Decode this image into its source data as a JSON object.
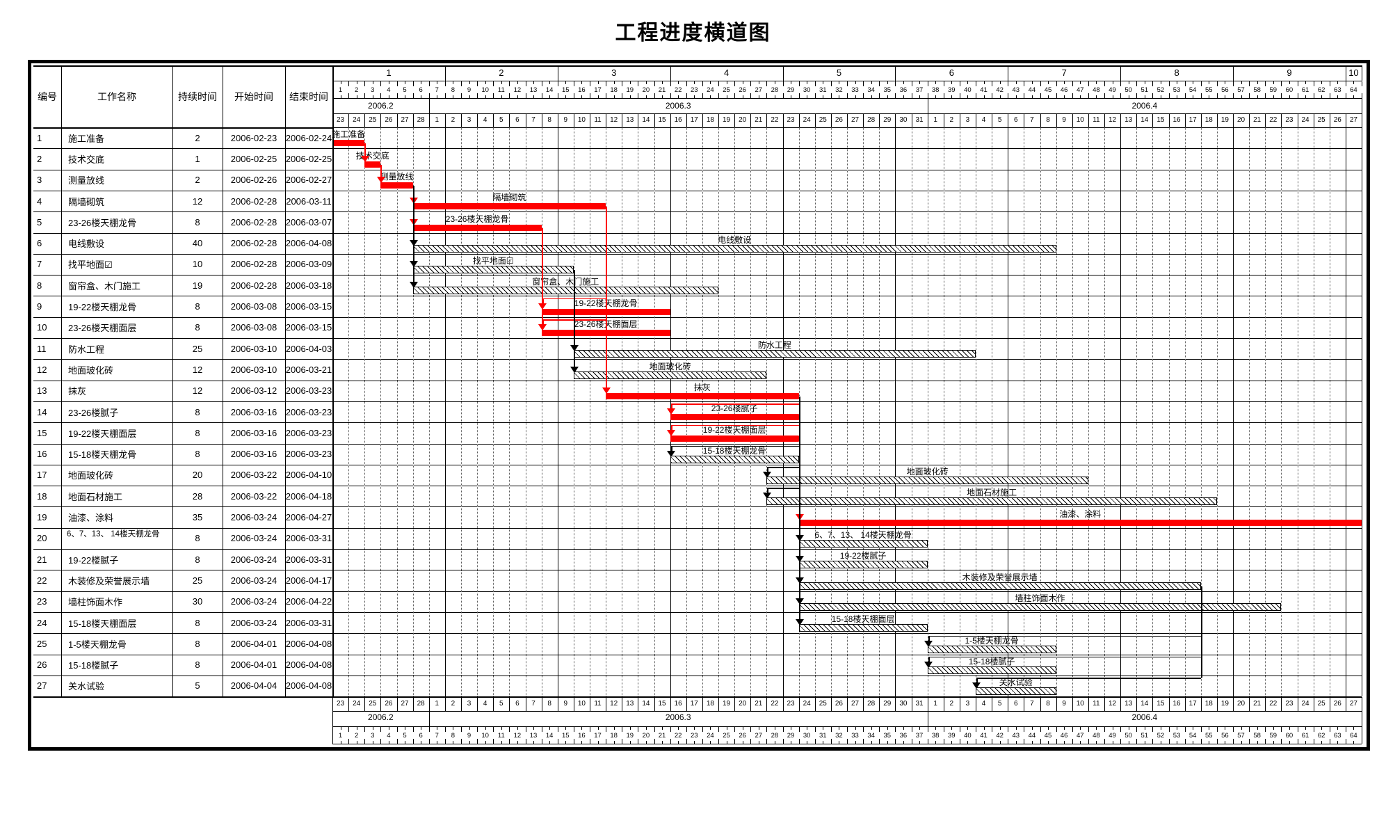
{
  "title": "工程进度横道图",
  "columns": {
    "no": "编号",
    "name": "工作名称",
    "duration": "持续时间",
    "start": "开始时间",
    "finish": "结束时间"
  },
  "timeline": {
    "week_label_numbers": [
      "1",
      "2",
      "3",
      "4",
      "5",
      "6",
      "7",
      "8",
      "9",
      "10"
    ],
    "day_index_start": 1,
    "day_index_end": 64,
    "months": [
      {
        "label": "2006.2",
        "start_index": 1,
        "end_index": 6
      },
      {
        "label": "2006.3",
        "start_index": 7,
        "end_index": 37
      },
      {
        "label": "2006.4",
        "start_index": 38,
        "end_index": 64
      }
    ],
    "calendar_days": [
      "23",
      "24",
      "25",
      "26",
      "27",
      "28",
      "1",
      "2",
      "3",
      "4",
      "5",
      "6",
      "7",
      "8",
      "9",
      "10",
      "11",
      "12",
      "13",
      "14",
      "15",
      "16",
      "17",
      "18",
      "19",
      "20",
      "21",
      "22",
      "23",
      "24",
      "25",
      "26",
      "27",
      "28",
      "29",
      "30",
      "31",
      "1",
      "2",
      "3",
      "4",
      "5",
      "6",
      "7",
      "8",
      "9",
      "10",
      "11",
      "12",
      "13",
      "14",
      "15",
      "16",
      "17",
      "18",
      "19",
      "20",
      "21",
      "22",
      "23",
      "24",
      "25",
      "26",
      "27"
    ]
  },
  "colors": {
    "critical": "#fe0000",
    "normal_bar_outline": "#000000",
    "grid": "#000000"
  },
  "chart_data": {
    "type": "bar",
    "title": "工程进度横道图",
    "xlabel": "",
    "ylabel": "",
    "tasks": [
      {
        "no": "1",
        "name": "施工准备",
        "duration": "2",
        "start": "2006-02-23",
        "finish": "2006-02-24",
        "s": 1,
        "d": 2,
        "critical": true
      },
      {
        "no": "2",
        "name": "技术交底",
        "duration": "1",
        "start": "2006-02-25",
        "finish": "2006-02-25",
        "s": 3,
        "d": 1,
        "critical": true
      },
      {
        "no": "3",
        "name": "测量放线",
        "duration": "2",
        "start": "2006-02-26",
        "finish": "2006-02-27",
        "s": 4,
        "d": 2,
        "critical": true
      },
      {
        "no": "4",
        "name": "隔墙砌筑",
        "duration": "12",
        "start": "2006-02-28",
        "finish": "2006-03-11",
        "s": 6,
        "d": 12,
        "critical": true
      },
      {
        "no": "5",
        "name": "23-26楼天棚龙骨",
        "duration": "8",
        "start": "2006-02-28",
        "finish": "2006-03-07",
        "s": 6,
        "d": 8,
        "critical": true
      },
      {
        "no": "6",
        "name": "电线敷设",
        "duration": "40",
        "start": "2006-02-28",
        "finish": "2006-04-08",
        "s": 6,
        "d": 40,
        "critical": false
      },
      {
        "no": "7",
        "name": "找平地面☑",
        "duration": "10",
        "start": "2006-02-28",
        "finish": "2006-03-09",
        "s": 6,
        "d": 10,
        "critical": false
      },
      {
        "no": "8",
        "name": "窗帘盒、木门施工",
        "duration": "19",
        "start": "2006-02-28",
        "finish": "2006-03-18",
        "s": 6,
        "d": 19,
        "critical": false
      },
      {
        "no": "9",
        "name": "19-22楼天棚龙骨",
        "duration": "8",
        "start": "2006-03-08",
        "finish": "2006-03-15",
        "s": 14,
        "d": 8,
        "critical": true
      },
      {
        "no": "10",
        "name": "23-26楼天棚面层",
        "duration": "8",
        "start": "2006-03-08",
        "finish": "2006-03-15",
        "s": 14,
        "d": 8,
        "critical": true
      },
      {
        "no": "11",
        "name": "防水工程",
        "duration": "25",
        "start": "2006-03-10",
        "finish": "2006-04-03",
        "s": 16,
        "d": 25,
        "critical": false
      },
      {
        "no": "12",
        "name": "地面玻化砖",
        "duration": "12",
        "start": "2006-03-10",
        "finish": "2006-03-21",
        "s": 16,
        "d": 12,
        "critical": false
      },
      {
        "no": "13",
        "name": "抹灰",
        "duration": "12",
        "start": "2006-03-12",
        "finish": "2006-03-23",
        "s": 18,
        "d": 12,
        "critical": true
      },
      {
        "no": "14",
        "name": "23-26楼腻子",
        "duration": "8",
        "start": "2006-03-16",
        "finish": "2006-03-23",
        "s": 22,
        "d": 8,
        "critical": true
      },
      {
        "no": "15",
        "name": "19-22楼天棚面层",
        "duration": "8",
        "start": "2006-03-16",
        "finish": "2006-03-23",
        "s": 22,
        "d": 8,
        "critical": true
      },
      {
        "no": "16",
        "name": "15-18楼天棚龙骨",
        "duration": "8",
        "start": "2006-03-16",
        "finish": "2006-03-23",
        "s": 22,
        "d": 8,
        "critical": false
      },
      {
        "no": "17",
        "name": "地面玻化砖",
        "duration": "20",
        "start": "2006-03-22",
        "finish": "2006-04-10",
        "s": 28,
        "d": 20,
        "critical": false
      },
      {
        "no": "18",
        "name": "地面石材施工",
        "duration": "28",
        "start": "2006-03-22",
        "finish": "2006-04-18",
        "s": 28,
        "d": 28,
        "critical": false
      },
      {
        "no": "19",
        "name": "油漆、涂料",
        "duration": "35",
        "start": "2006-03-24",
        "finish": "2006-04-27",
        "s": 30,
        "d": 35,
        "critical": true
      },
      {
        "no": "20",
        "name": "6、7、13、 14楼天棚龙骨",
        "duration": "8",
        "start": "2006-03-24",
        "finish": "2006-03-31",
        "s": 30,
        "d": 8,
        "critical": false
      },
      {
        "no": "21",
        "name": "19-22楼腻子",
        "duration": "8",
        "start": "2006-03-24",
        "finish": "2006-03-31",
        "s": 30,
        "d": 8,
        "critical": false
      },
      {
        "no": "22",
        "name": "木装修及荣誉展示墙",
        "duration": "25",
        "start": "2006-03-24",
        "finish": "2006-04-17",
        "s": 30,
        "d": 25,
        "critical": false
      },
      {
        "no": "23",
        "name": "墙柱饰面木作",
        "duration": "30",
        "start": "2006-03-24",
        "finish": "2006-04-22",
        "s": 30,
        "d": 30,
        "critical": false
      },
      {
        "no": "24",
        "name": "15-18楼天棚面层",
        "duration": "8",
        "start": "2006-03-24",
        "finish": "2006-03-31",
        "s": 30,
        "d": 8,
        "critical": false
      },
      {
        "no": "25",
        "name": "1-5楼天棚龙骨",
        "duration": "8",
        "start": "2006-04-01",
        "finish": "2006-04-08",
        "s": 38,
        "d": 8,
        "critical": false
      },
      {
        "no": "26",
        "name": "15-18楼腻子",
        "duration": "8",
        "start": "2006-04-01",
        "finish": "2006-04-08",
        "s": 38,
        "d": 8,
        "critical": false
      },
      {
        "no": "27",
        "name": "关水试验",
        "duration": "5",
        "start": "2006-04-04",
        "finish": "2006-04-08",
        "s": 41,
        "d": 5,
        "critical": false
      }
    ]
  }
}
